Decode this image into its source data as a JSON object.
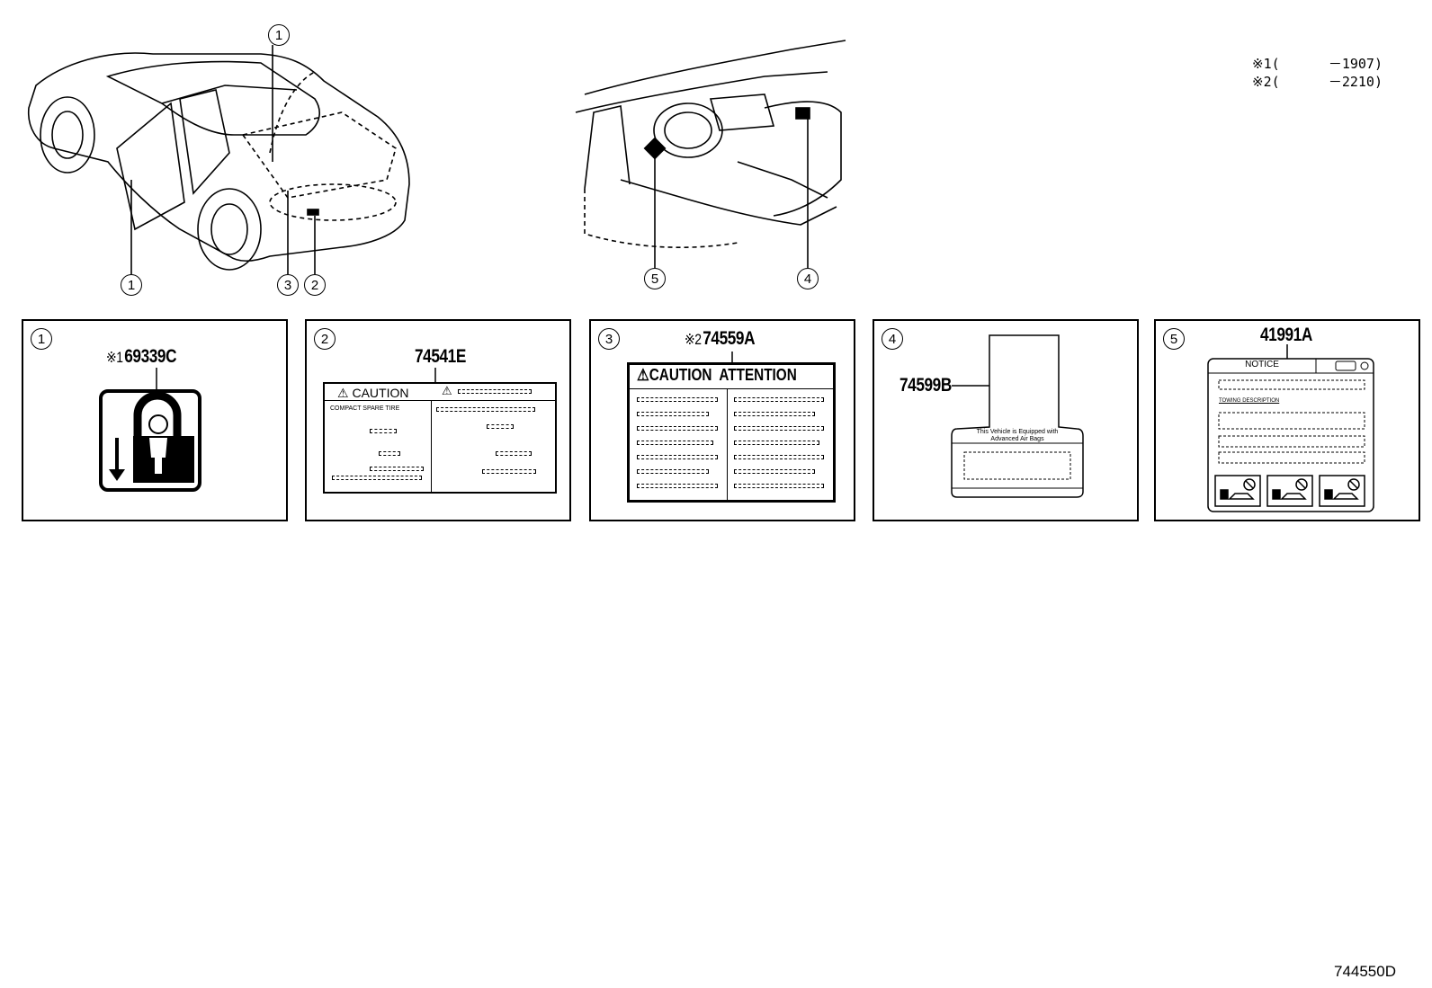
{
  "legend": {
    "note1": "※1(      －1907)",
    "note2": "※2(      －2210)"
  },
  "callouts": {
    "c1": "1",
    "c2": "2",
    "c3": "3",
    "c4": "4",
    "c5": "5"
  },
  "panels": [
    {
      "num": "1",
      "mark": "※1",
      "part": "69339C"
    },
    {
      "num": "2",
      "mark": "",
      "part": "74541E"
    },
    {
      "num": "3",
      "mark": "※2",
      "part": "74559A"
    },
    {
      "num": "4",
      "mark": "",
      "part": "74599B"
    },
    {
      "num": "5",
      "mark": "",
      "part": "41991A"
    }
  ],
  "labels": {
    "caution": "CAUTION",
    "compact": "COMPACT SPARE TIRE",
    "caution_attention": "CAUTION  ATTENTION",
    "airbag_line1": "This Vehicle is Equipped with",
    "airbag_line2": "Advanced Air Bags",
    "notice": "NOTICE",
    "towing": "TOWING DESCRIPTION"
  },
  "diagram_id": "744550D"
}
